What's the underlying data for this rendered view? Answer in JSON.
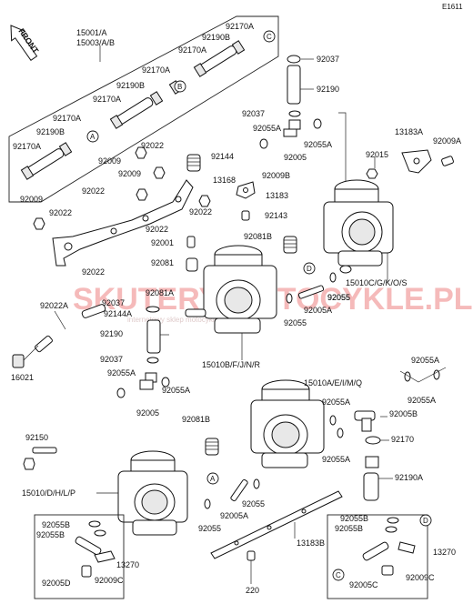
{
  "diagram_code": "E1611",
  "front_label": "FRONT",
  "watermark": {
    "main": "SKUTERY MOTOCYKLE.PL",
    "sub": "internetowy sklep motocyklowy"
  },
  "callouts": {
    "a1": "A",
    "a2": "A",
    "b1": "B",
    "c1": "C",
    "c2": "C",
    "d1": "D",
    "d2": "D"
  },
  "labels": {
    "l15001": "15001/A",
    "l15003": "15003/A/B",
    "l92170a_1": "92170A",
    "l92190b_1": "92190B",
    "l92170a_2": "92170A",
    "l92170a_3": "92170A",
    "l92190b_2": "92190B",
    "l92170a_4": "92170A",
    "l92170a_5": "92170A",
    "l92190b_3": "92190B",
    "l92170a_6": "92170A",
    "l92037_1": "92037",
    "l92190_1": "92190",
    "l92037_2": "92037",
    "l92055a_1": "92055A",
    "l92055a_2": "92055A",
    "l92005_1": "92005",
    "l13183a": "13183A",
    "l92009a": "92009A",
    "l92015": "92015",
    "l92022_1": "92022",
    "l92009_1": "92009",
    "l92009_2": "92009",
    "l92144": "92144",
    "l92009b": "92009B",
    "l13168": "13168",
    "l92022_2": "92022",
    "l13183": "13183",
    "l92009_3": "92009",
    "l92022_3": "92022",
    "l92022_4": "92022",
    "l92022_5": "92022",
    "l92143": "92143",
    "l92081b_1": "92081B",
    "l92001": "92001",
    "l92081_1": "92081",
    "l92022_6": "92022",
    "l15010c": "15010C/G/K/O/S",
    "l92055_1": "92055",
    "l92081a": "92081A",
    "l92022a": "92022A",
    "l92037_3": "92037",
    "l92144a": "92144A",
    "l92055_2": "92055",
    "l92005a_1": "92005A",
    "l92190_2": "92190",
    "l16021": "16021",
    "l92037_4": "92037",
    "l15010b": "15010B/F/J/N/R",
    "l92055a_3": "92055A",
    "l92055a_4": "92055A",
    "l92055a_5": "92055A",
    "l15010a": "15010A/E/I/M/Q",
    "l92055a_6": "92055A",
    "l92005_2": "92005",
    "l92055a_7": "92055A",
    "l92005b": "92005B",
    "l92081b_2": "92081B",
    "l92170": "92170",
    "l92150": "92150",
    "l92055a_8": "92055A",
    "l15010d": "15010/D/H/L/P",
    "l92190a": "92190A",
    "l92055_3": "92055",
    "l92005a_2": "92005A",
    "l92055_4": "92055",
    "l92055b_1": "92055B",
    "l92055b_2": "92055B",
    "l13183b": "13183B",
    "l92055b_3": "92055B",
    "l92055b_4": "92055B",
    "l13270_1": "13270",
    "l92005d": "92005D",
    "l92009c_1": "92009C",
    "l13270_2": "13270",
    "l220": "220",
    "l92005c": "92005C",
    "l92009c_2": "92009C"
  }
}
